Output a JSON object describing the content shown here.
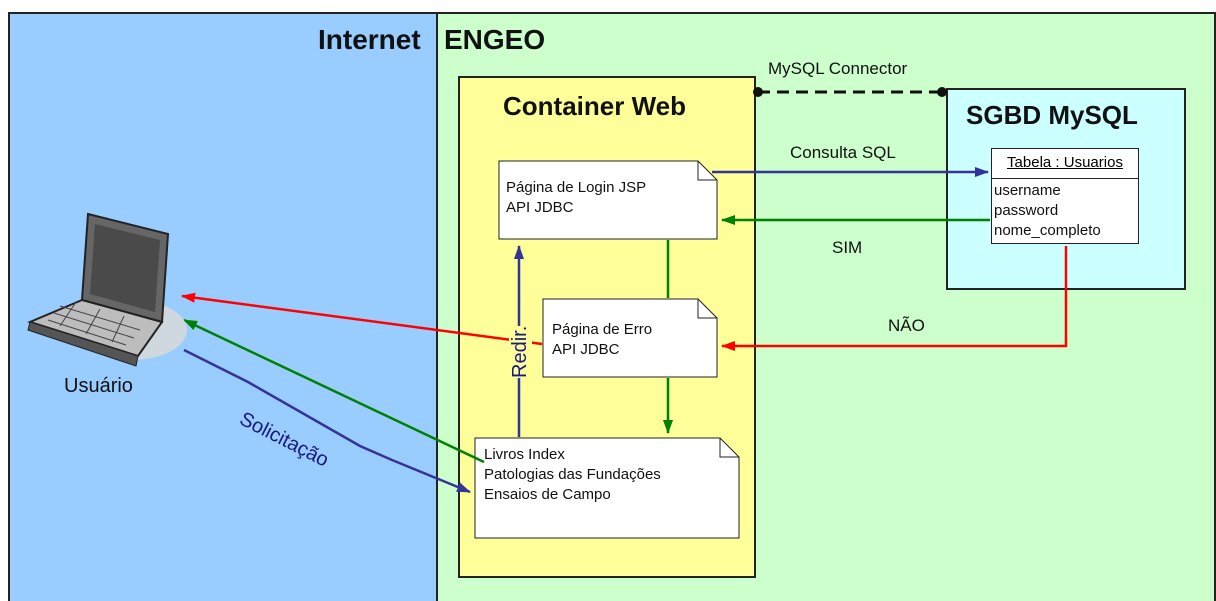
{
  "zones": {
    "internet": "Internet",
    "engeo": "ENGEO"
  },
  "container_web": {
    "title": "Container Web"
  },
  "sgbd": {
    "title": "SGBD MySQL",
    "table_title": "Tabela : Usuarios",
    "fields": [
      "username",
      "password",
      "nome_completo"
    ]
  },
  "documents": {
    "login": [
      "Página de Login JSP",
      "API JDBC"
    ],
    "erro": [
      "Página de Erro",
      "API JDBC"
    ],
    "livros": [
      "Livros Index",
      "Patologias das Fundações",
      "Ensaios de Campo"
    ]
  },
  "user": {
    "label": "Usuário"
  },
  "connections": {
    "mysql_connector": "MySQL Connector",
    "consulta_sql": "Consulta SQL",
    "sim": "SIM",
    "nao": "NÃO",
    "solicitacao": "Solicitação",
    "redir": "Redir."
  },
  "colors": {
    "internet_bg": "#99ccff",
    "engeo_bg": "#ccffcc",
    "container_bg": "#ffff99",
    "sgbd_bg": "#ccffff",
    "blue_arrow": "#333399",
    "green_arrow": "#008000",
    "red_arrow": "#ff0000"
  }
}
